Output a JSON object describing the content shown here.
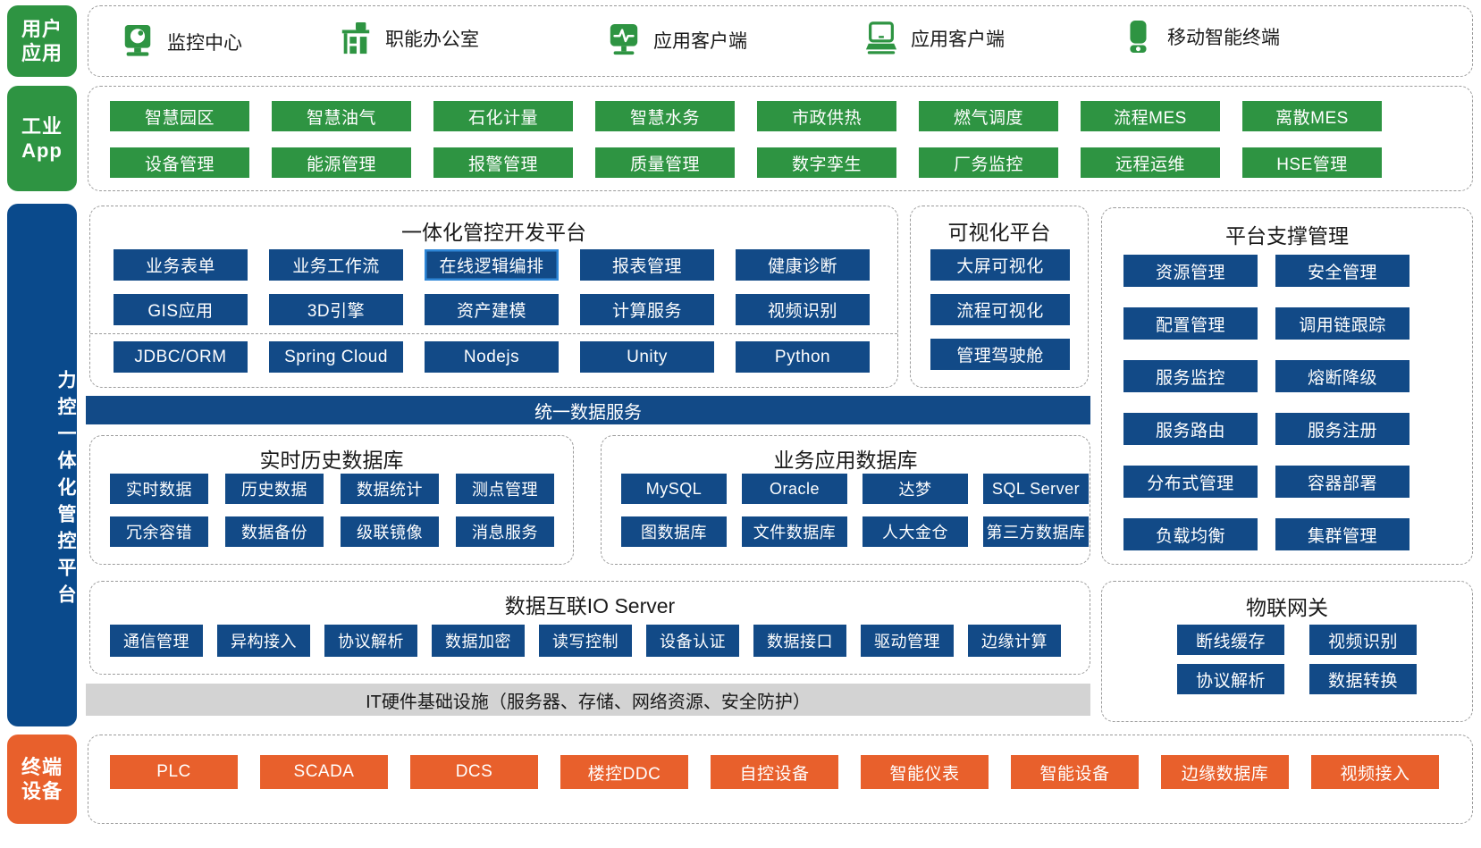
{
  "layers": {
    "user_app": "用户\n应用",
    "user_app_lines": [
      "用户",
      "应用"
    ],
    "industrial_app_lines": [
      "工业",
      "App"
    ],
    "platform": "力控一体化管控平台",
    "terminal_lines": [
      "终端",
      "设备"
    ]
  },
  "user_applications": {
    "items": [
      {
        "label": "监控中心",
        "icon": "camera-monitor-icon"
      },
      {
        "label": "职能办公室",
        "icon": "office-desk-icon"
      },
      {
        "label": "应用客户端",
        "icon": "monitor-waveform-icon"
      },
      {
        "label": "应用客户端",
        "icon": "laptop-icon"
      },
      {
        "label": "移动智能终端",
        "icon": "mobile-phone-icon"
      }
    ]
  },
  "industrial_app": {
    "row1": [
      "智慧园区",
      "智慧油气",
      "石化计量",
      "智慧水务",
      "市政供热",
      "燃气调度",
      "流程MES",
      "离散MES"
    ],
    "row2": [
      "设备管理",
      "能源管理",
      "报警管理",
      "质量管理",
      "数字孪生",
      "厂务监控",
      "远程运维",
      "HSE管理"
    ]
  },
  "dev_platform": {
    "title": "一体化管控开发平台",
    "row1": [
      "业务表单",
      "业务工作流",
      "在线逻辑编排",
      "报表管理",
      "健康诊断"
    ],
    "row1_highlight_index": 2,
    "row2": [
      "GIS应用",
      "3D引擎",
      "资产建模",
      "计算服务",
      "视频识别"
    ],
    "row3": [
      "JDBC/ORM",
      "Spring Cloud",
      "Nodejs",
      "Unity",
      "Python"
    ]
  },
  "visualization_platform": {
    "title": "可视化平台",
    "items": [
      "大屏可视化",
      "流程可视化",
      "管理驾驶舱"
    ]
  },
  "platform_support": {
    "title": "平台支撑管理",
    "col_left": [
      "资源管理",
      "配置管理",
      "服务监控",
      "服务路由",
      "分布式管理",
      "负载均衡"
    ],
    "col_right": [
      "安全管理",
      "调用链跟踪",
      "熔断降级",
      "服务注册",
      "容器部署",
      "集群管理"
    ]
  },
  "unified_data_service": {
    "label": "统一数据服务"
  },
  "realtime_history_db": {
    "title": "实时历史数据库",
    "row1": [
      "实时数据",
      "历史数据",
      "数据统计",
      "测点管理"
    ],
    "row2": [
      "冗余容错",
      "数据备份",
      "级联镜像",
      "消息服务"
    ]
  },
  "business_app_db": {
    "title": "业务应用数据库",
    "row1": [
      "MySQL",
      "Oracle",
      "达梦",
      "SQL Server"
    ],
    "row2": [
      "图数据库",
      "文件数据库",
      "人大金仓",
      "第三方数据库"
    ]
  },
  "io_server": {
    "title": "数据互联IO Server",
    "items": [
      "通信管理",
      "异构接入",
      "协议解析",
      "数据加密",
      "读写控制",
      "设备认证",
      "数据接口",
      "驱动管理",
      "边缘计算"
    ]
  },
  "iot_gateway": {
    "title": "物联网关",
    "row1": [
      "断线缓存",
      "视频识别"
    ],
    "row2": [
      "协议解析",
      "数据转换"
    ]
  },
  "it_infrastructure": {
    "label": "IT硬件基础设施（服务器、存储、网络资源、安全防护）"
  },
  "terminal_devices": {
    "items": [
      "PLC",
      "SCADA",
      "DCS",
      "楼控DDC",
      "自控设备",
      "智能仪表",
      "智能设备",
      "边缘数据库",
      "视频接入"
    ]
  },
  "colors": {
    "green": "#2E9442",
    "blue": "#124A87",
    "dark_blue": "#0A4A8C",
    "orange": "#E8602C",
    "grey_bar": "#D3D3D3",
    "highlight_border": "#2E86D6",
    "dashed_border": "#9b9b9b"
  }
}
